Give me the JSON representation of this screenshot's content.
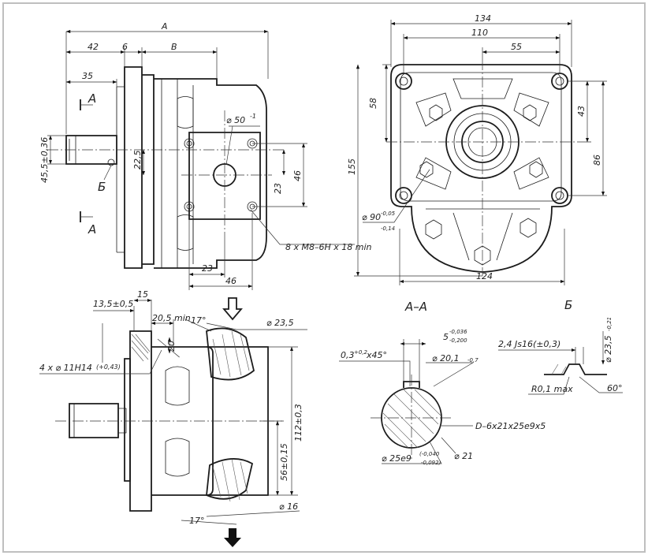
{
  "drawing": {
    "colors": {
      "line": "#1c1c1c",
      "frame": "#bfbfbf",
      "paper": "#ffffff"
    },
    "side_view": {
      "dims": {
        "overall": "A",
        "flange_offset": "42",
        "flange_thk": "6",
        "body": "B",
        "shaft": "35",
        "height_tol": "45,5±0,36",
        "vertical_offset": "22,5",
        "port_bore": "⌀ 50",
        "port_bore_tol": "-1",
        "port_half": "23",
        "port_span": "46",
        "bottom_23": "23",
        "bottom_46": "46",
        "thread_note": "8 x M8–6H x 18 min"
      },
      "section_marks": {
        "top": "A",
        "bottom": "A",
        "view_b": "Б"
      }
    },
    "front_view": {
      "dims": {
        "width": "134",
        "holes": "110",
        "half": "55",
        "upper": "58",
        "right_upper": "43",
        "right_total": "86",
        "height": "155",
        "pilot": "⌀ 90",
        "pilot_tol_hi": "-0,05",
        "pilot_tol_lo": "-0,14",
        "bottom_width": "124"
      }
    },
    "section_labels": {
      "aa": "A–A",
      "b": "Б"
    },
    "bottom_view": {
      "dims": {
        "offset": "13,5±0,5",
        "top_15": "15",
        "depth": "20,5 min",
        "small": "20",
        "angle_top": "17°",
        "port_dia_top": "⌀ 23,5",
        "holes_note": "4 x ⌀ 11H14",
        "holes_tol": "(+0,43)",
        "length": "112±0,3",
        "half_length": "56±0,15",
        "angle_bottom": "17°",
        "port_dia_bottom": "⌀ 16"
      }
    },
    "spline_section": {
      "dims": {
        "chamfer": "0,3",
        "chamfer_tol": "+0,2",
        "chamfer_angle": "x45°",
        "key_width": "5",
        "key_tol_hi": "-0,036",
        "key_tol_lo": "-0,200",
        "inner": "⌀ 20,1",
        "inner_tol": "-0,7",
        "spline_note": "D–6x21x25e9x5",
        "outer": "⌀ 25e9",
        "outer_tol_hi": "(-0,040",
        "outer_tol_lo": "-0,092)",
        "minor": "⌀ 21"
      }
    },
    "detail_b": {
      "dims": {
        "groove": "2,4 Js16(±0,3)",
        "dia": "⌀ 23,5",
        "dia_tol": "-0,21",
        "radius": "R0,1 max",
        "angle": "60°"
      }
    }
  }
}
